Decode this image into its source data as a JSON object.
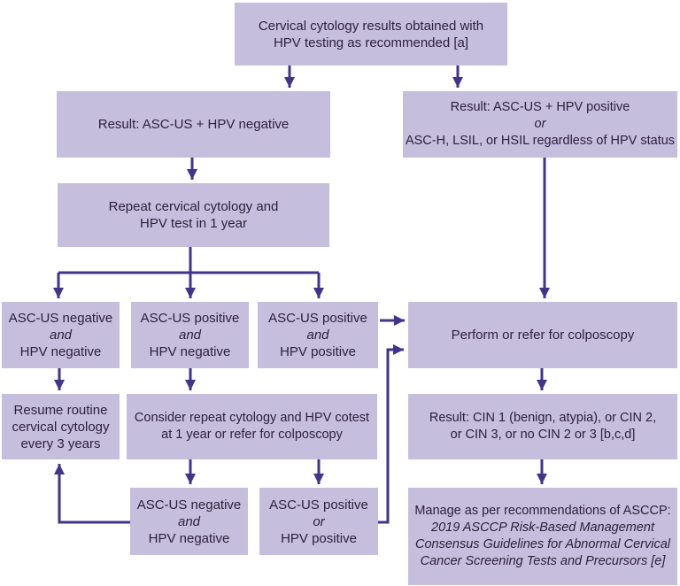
{
  "colors": {
    "box_fill": "#c6bedd",
    "arrow_color": "#43338a",
    "text_color": "#2b2139",
    "background": "#ffffff"
  },
  "nodes": {
    "start": {
      "lines": [
        "Cervical cytology results obtained with",
        "HPV testing as recommended [a]"
      ]
    },
    "result_negative": {
      "lines": [
        "Result: ASC-US + HPV negative"
      ]
    },
    "result_positive": {
      "lines": [
        "Result: ASC-US + HPV positive",
        "or",
        "ASC-H, LSIL, or HSIL regardless of HPV status"
      ]
    },
    "repeat_cytology": {
      "lines": [
        "Repeat cervical cytology and",
        "HPV test in 1 year"
      ]
    },
    "neg_and_neg": {
      "lines": [
        "ASC-US negative",
        "and",
        "HPV negative"
      ]
    },
    "pos_and_neg": {
      "lines": [
        "ASC-US positive",
        "and",
        "HPV negative"
      ]
    },
    "pos_and_pos": {
      "lines": [
        "ASC-US positive",
        "and",
        "HPV positive"
      ]
    },
    "colposcopy": {
      "lines": [
        "Perform or refer for colposcopy"
      ]
    },
    "resume_routine": {
      "lines": [
        "Resume routine",
        "cervical cytology",
        "every 3 years"
      ]
    },
    "consider_repeat": {
      "lines": [
        "Consider repeat cytology and HPV cotest",
        "at 1 year or refer for colposcopy"
      ]
    },
    "cin_result": {
      "lines": [
        "Result: CIN 1 (benign, atypia), or CIN 2,",
        "or CIN 3, or no CIN 2 or 3 [b,c,d]"
      ]
    },
    "repeat_neg_and_neg": {
      "lines": [
        "ASC-US negative",
        "and",
        "HPV negative"
      ]
    },
    "repeat_pos_or_pos": {
      "lines": [
        "ASC-US positive",
        "or",
        "HPV positive"
      ]
    },
    "manage_asccp": {
      "lines": [
        "Manage as per recommendations of ASCCP:",
        "2019 ASCCP Risk-Based Management",
        "Consensus Guidelines for Abnormal Cervical",
        "Cancer Screening Tests and Precursors [e]"
      ]
    }
  }
}
